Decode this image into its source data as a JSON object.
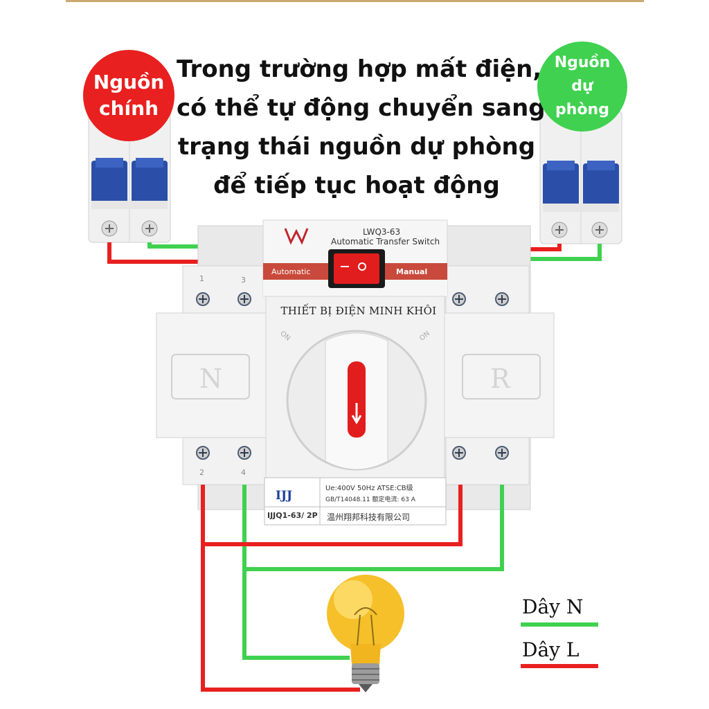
{
  "headline": {
    "line1": "Trong trường hợp mất điện,",
    "line2": "có thể tự động chuyển sang",
    "line3": "trạng thái nguồn dự phòng",
    "line4": "để tiếp tục hoạt động"
  },
  "badges": {
    "main": {
      "line1": "Nguồn",
      "line2": "chính",
      "color": "#e8201f"
    },
    "backup": {
      "line1": "Nguồn",
      "line2": "dự",
      "line3": "phòng",
      "color": "#3fd14f"
    }
  },
  "device": {
    "model": "LWQ3-63",
    "subtitle": "Automatic Transfer Switch",
    "mode_auto": "Automatic",
    "mode_manual": "Manual",
    "brand_watermark": "THIẾT BỊ ĐIỆN MINH KHÔI",
    "left_letter": "N",
    "right_letter": "R",
    "terminal_top_left": "1",
    "terminal_top_left2": "3",
    "terminal_bottom_left": "2",
    "terminal_bottom_left2": "4",
    "label_logo": "IJJ",
    "label_spec1": "Ue:400V 50Hz  ATSE:CB级",
    "label_spec2": "GB/T14048.11 额定电流:   63  A",
    "label_model": "IJJQ1-63/ 2P",
    "label_company": "温州翔邦科技有限公司",
    "switch_on_left": "ON",
    "switch_on_right": "ON"
  },
  "legend": {
    "neutral": {
      "label": "Dây N",
      "color": "#3fd14f"
    },
    "live": {
      "label": "Dây L",
      "color": "#e8201f"
    }
  },
  "colors": {
    "wire_red": "#e8201f",
    "wire_green": "#3fd14f",
    "breaker_handle": "#2b4fa8",
    "device_body": "#ececec",
    "accent_gold": "#c9a96e"
  }
}
